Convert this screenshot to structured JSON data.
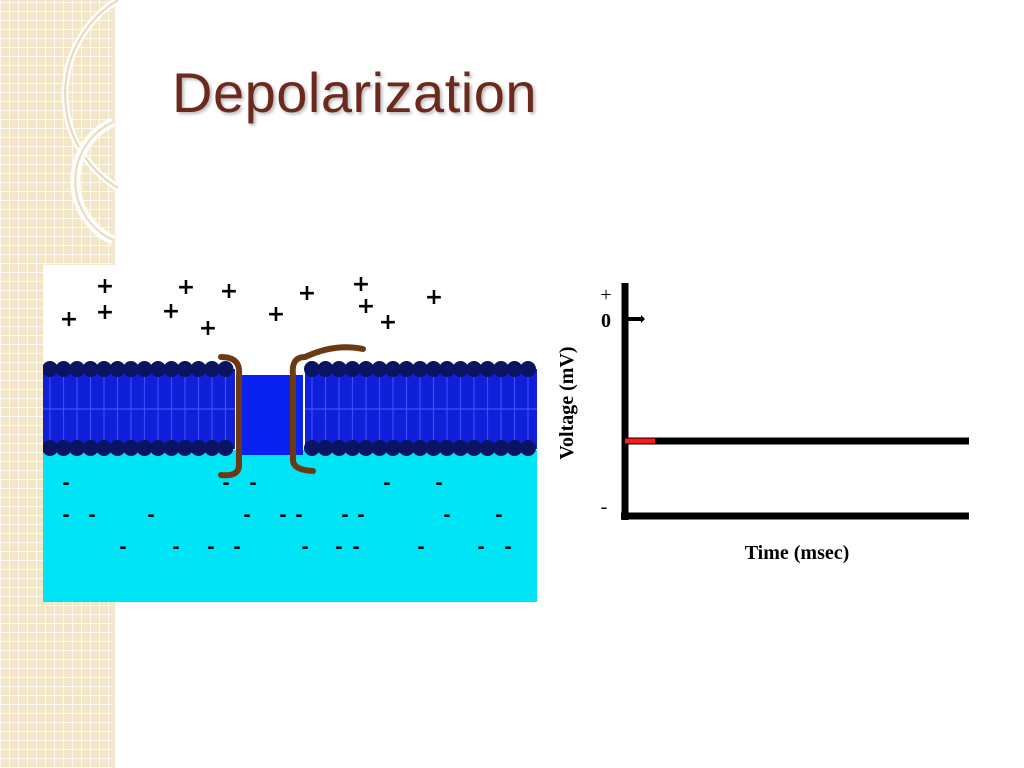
{
  "slide": {
    "title": "Depolarization"
  },
  "membrane": {
    "outside_charge": "+",
    "inside_charge": "-",
    "colors": {
      "extracellular": "#ffffff",
      "intracellular": "#00e5f5",
      "bilayer": "#1020d8",
      "phospholipid_head": "#0a1460",
      "channel_pore": "#0a22f0",
      "channel_protein": "#6b3a12"
    }
  },
  "graph": {
    "ylabel": "Voltage (mV)",
    "xlabel": "Time (msec)",
    "y_top_label": "+",
    "y_zero_label": "0",
    "y_bottom_label": "-",
    "colors": {
      "axis": "#000000",
      "resting_line": "#000000",
      "current_marker": "#ff1a1a"
    }
  }
}
